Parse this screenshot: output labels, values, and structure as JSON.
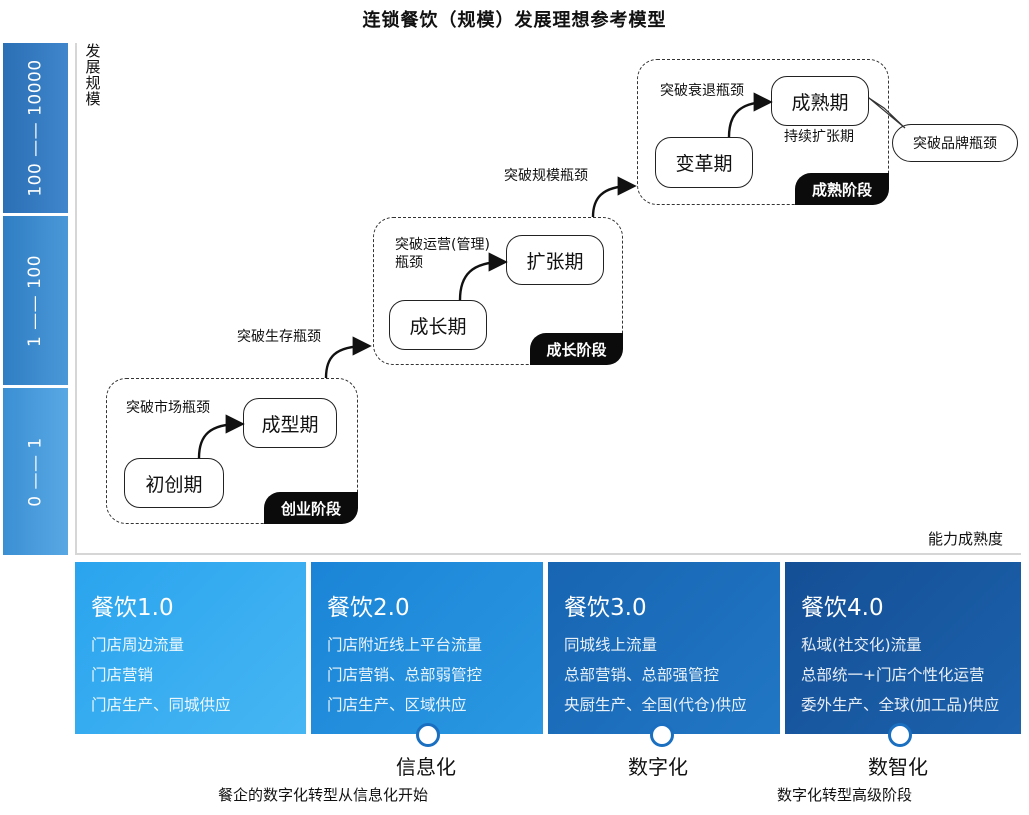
{
  "title": "连锁餐饮（规模）发展理想参考模型",
  "y_axis": {
    "label": "发展规模",
    "bands": [
      "100 —— 10000",
      "1 —— 100",
      "0 —— 1"
    ]
  },
  "x_axis": {
    "label": "能力成熟度"
  },
  "stages": [
    {
      "tag": "创业阶段",
      "phases": [
        "初创期",
        "成型期"
      ],
      "note": "突破市场瓶颈"
    },
    {
      "tag": "成长阶段",
      "phases": [
        "成长期",
        "扩张期"
      ],
      "note": "突破运营(管理)\n瓶颈"
    },
    {
      "tag": "成熟阶段",
      "phases": [
        "变革期",
        "成熟期"
      ],
      "note": "突破衰退瓶颈",
      "sub_note": "持续扩张期"
    }
  ],
  "transitions": [
    "突破生存瓶颈",
    "突破规模瓶颈"
  ],
  "callout": "突破品牌瓶颈",
  "eras": [
    {
      "title": "餐饮1.0",
      "lines": [
        "门店周边流量",
        "门店营销",
        "门店生产、同城供应"
      ]
    },
    {
      "title": "餐饮2.0",
      "lines": [
        "门店附近线上平台流量",
        "门店营销、总部弱管控",
        "门店生产、区域供应"
      ]
    },
    {
      "title": "餐饮3.0",
      "lines": [
        "同城线上流量",
        "总部营销、总部强管控",
        "央厨生产、全国(代仓)供应"
      ]
    },
    {
      "title": "餐饮4.0",
      "lines": [
        "私域(社交化)流量",
        "总部统一+门店个性化运营",
        "委外生产、全球(加工品)供应"
      ]
    }
  ],
  "milestones": [
    "信息化",
    "数字化",
    "数智化"
  ],
  "captions": [
    "餐企的数字化转型从信息化开始",
    "数字化转型高级阶段"
  ],
  "colors": {
    "stage_tag": "#0b0b0b",
    "dot_border": "#1a6fc0"
  }
}
